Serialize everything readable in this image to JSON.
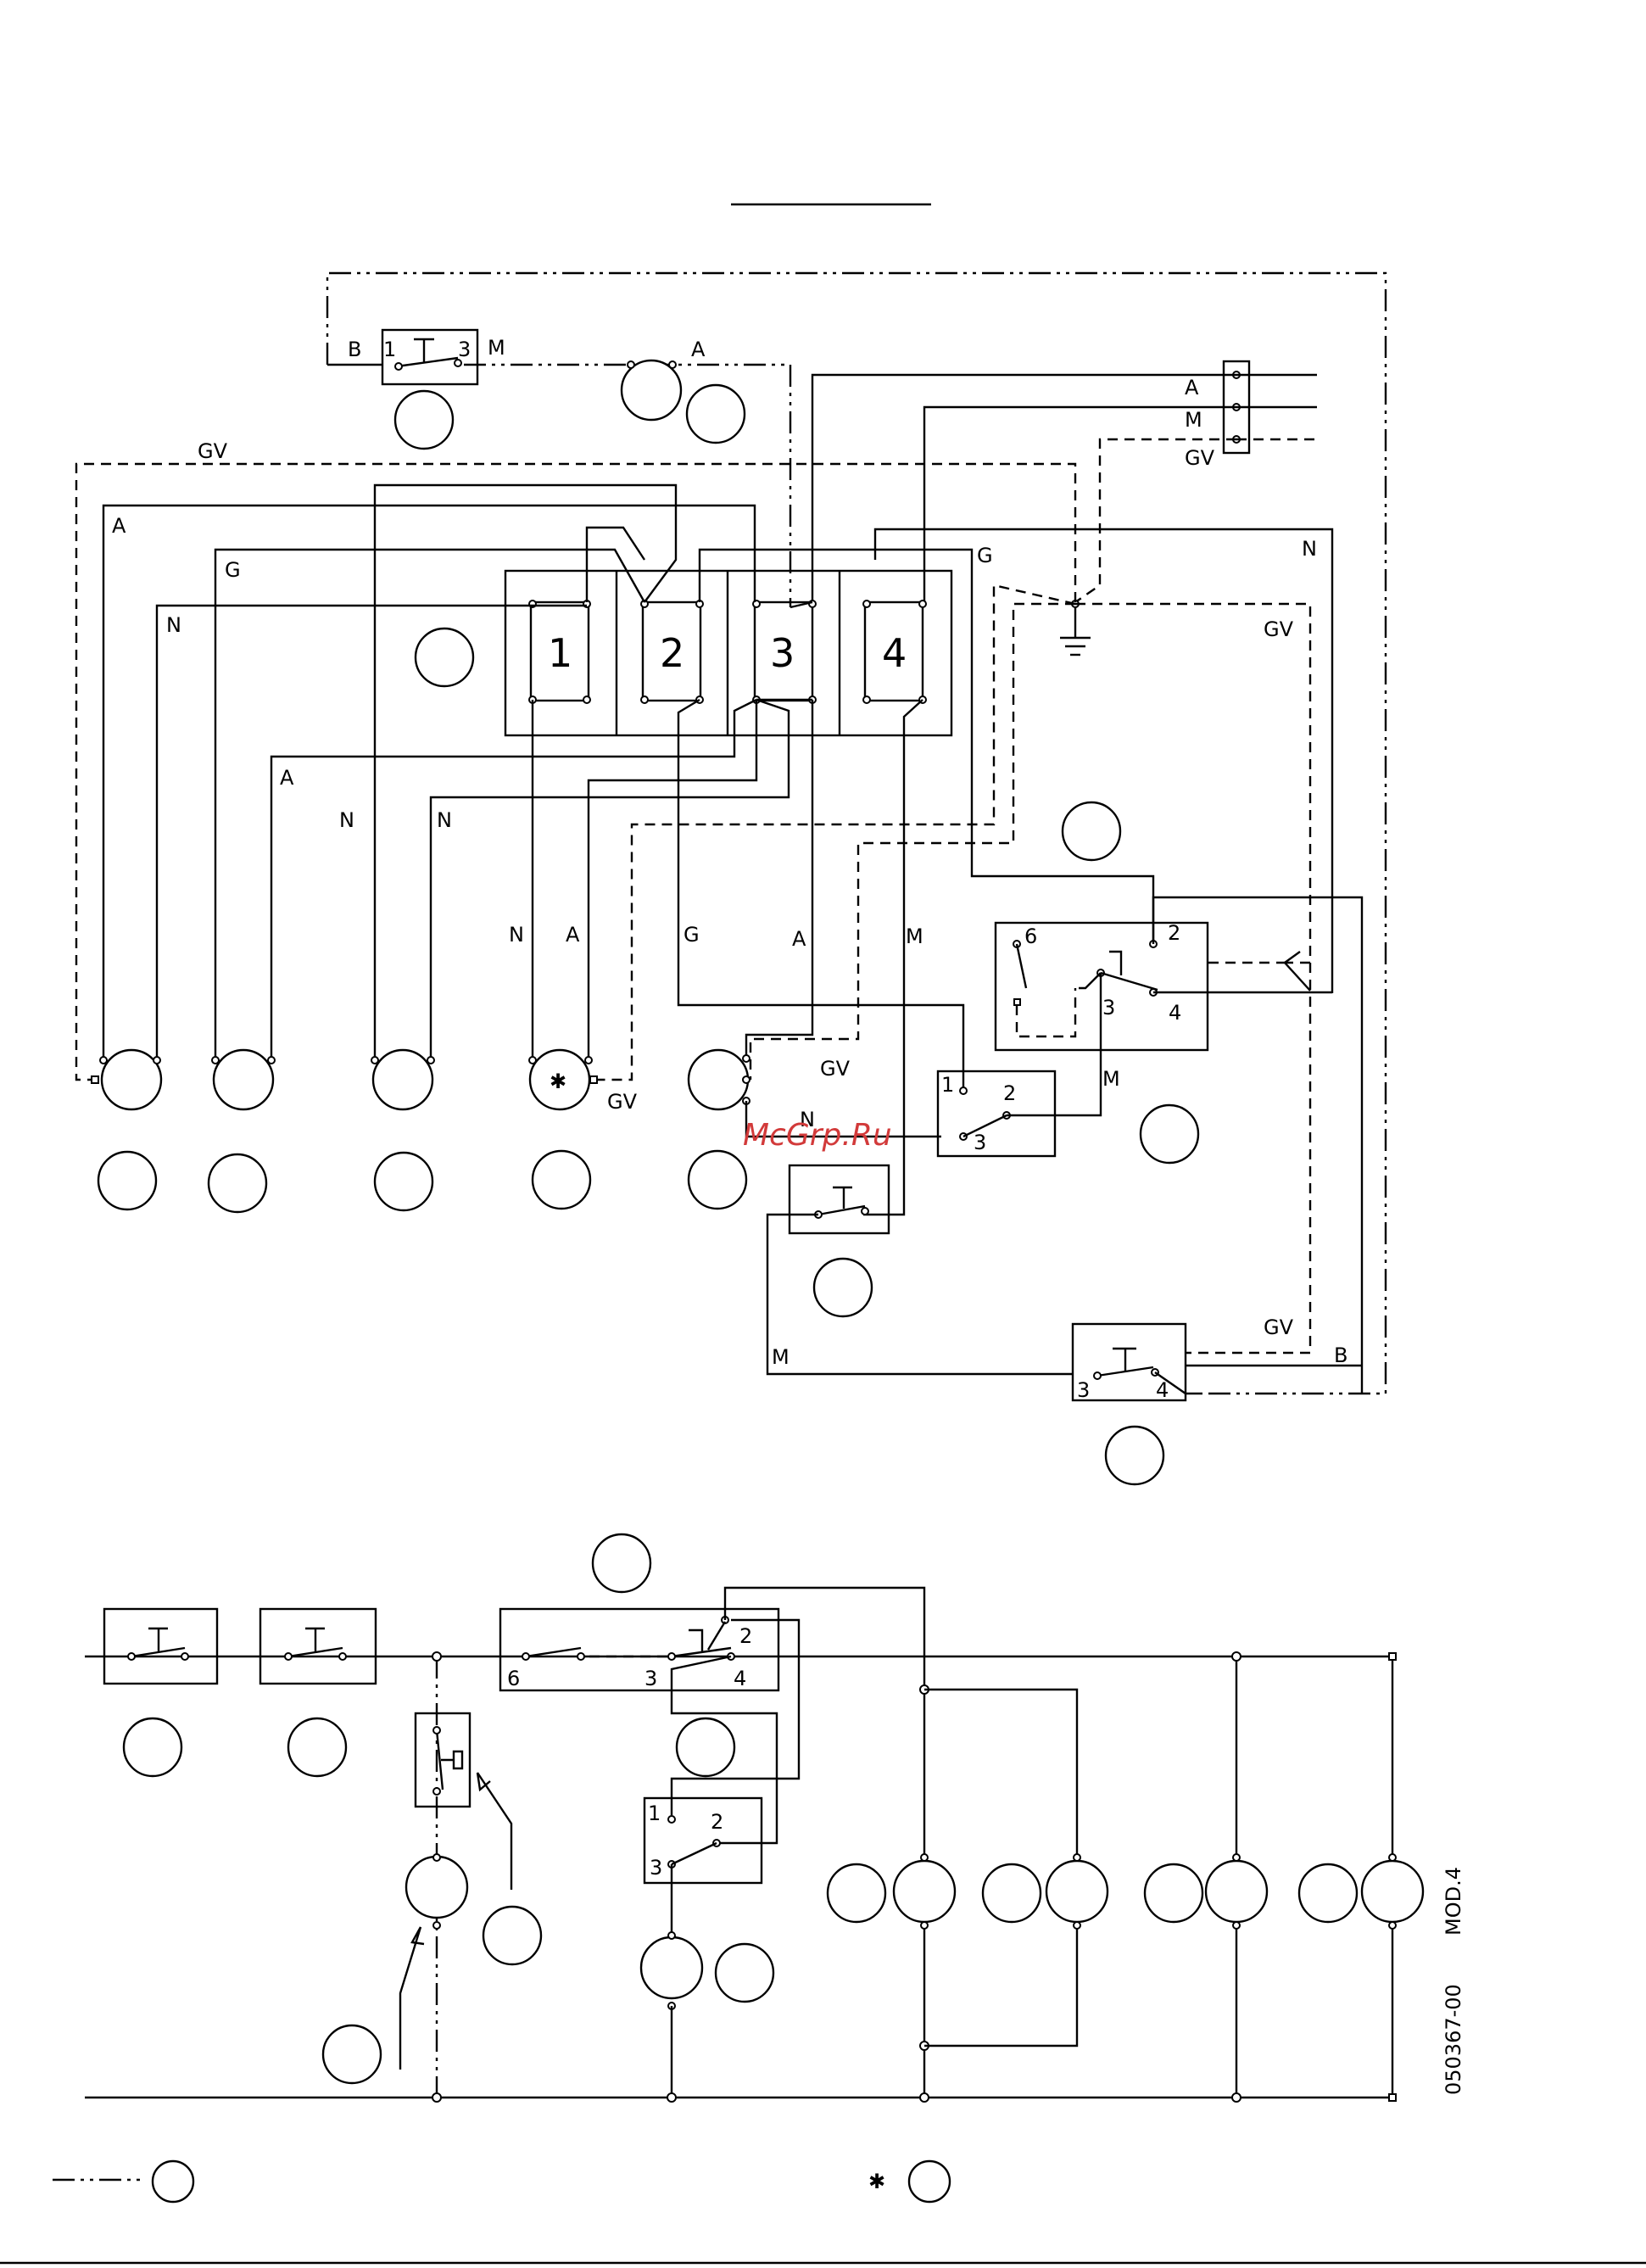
{
  "wire_labels": {
    "A": "A",
    "M": "M",
    "N": "N",
    "G": "G",
    "B": "B",
    "GV": "GV"
  },
  "switch_labels": [
    "1",
    "2",
    "3",
    "4"
  ],
  "contact_numbers": {
    "one": "1",
    "two": "2",
    "three": "3",
    "four": "4",
    "six": "6"
  },
  "star_symbol": "✱",
  "watermark": "McGrp.Ru",
  "drawing_code": "050367-00",
  "model": "MOD.4"
}
